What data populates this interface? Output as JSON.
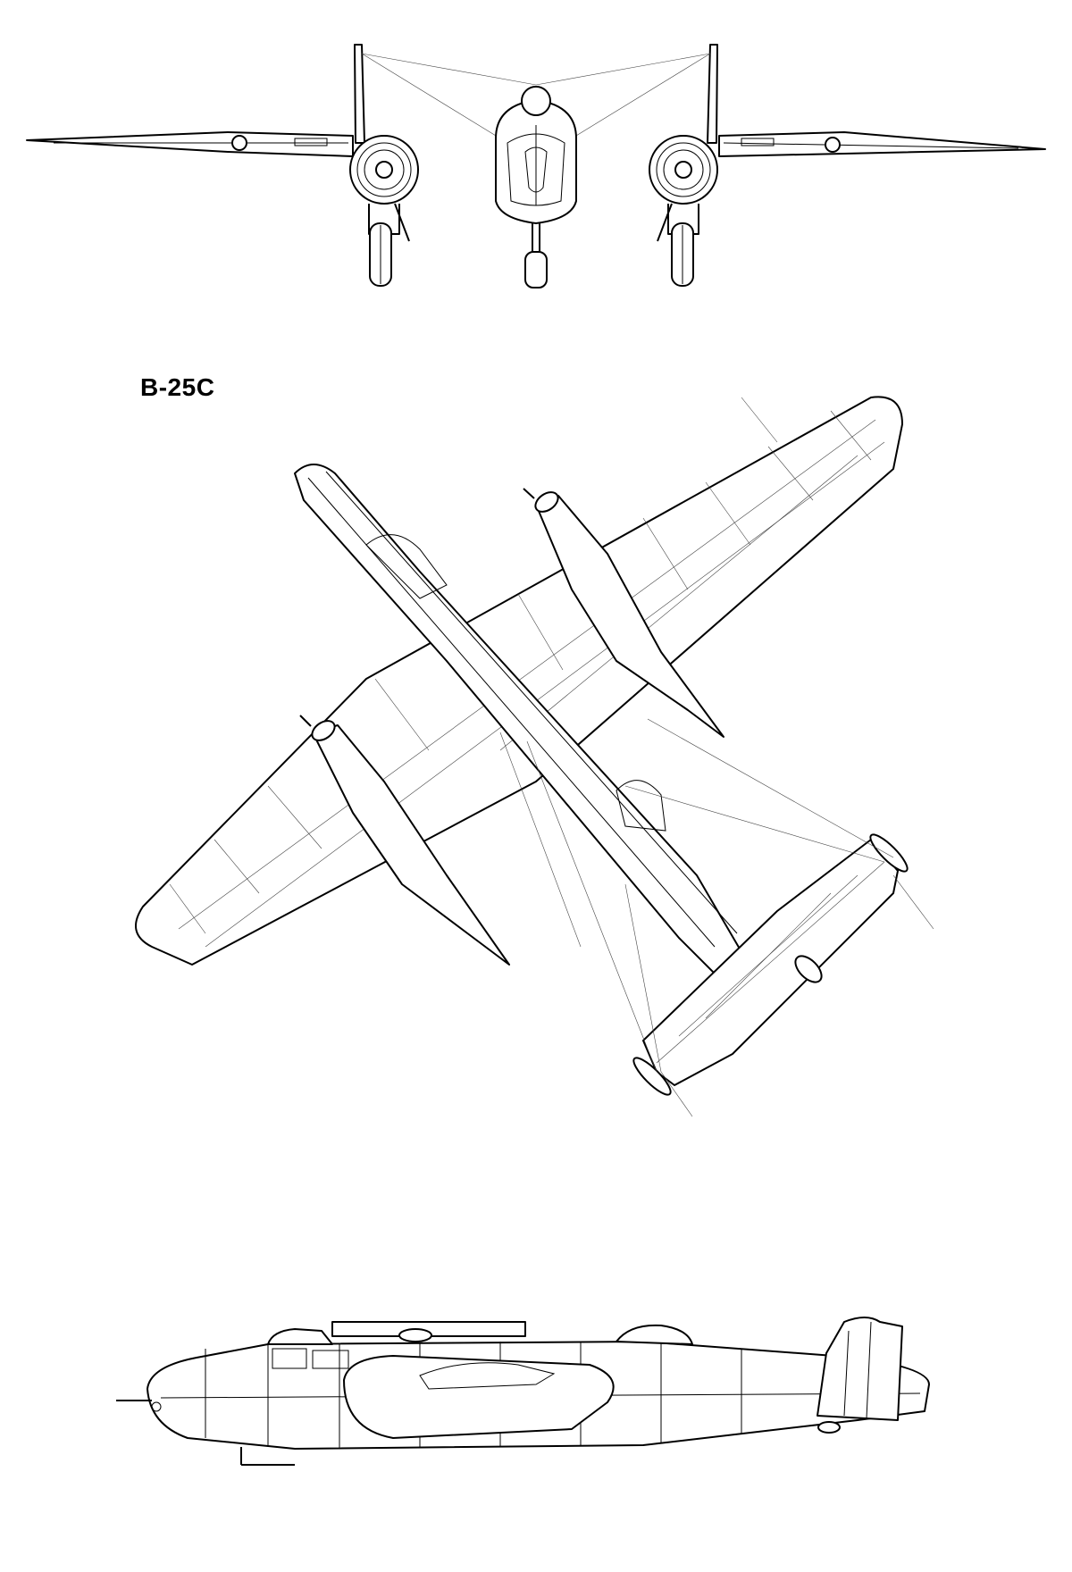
{
  "drawing": {
    "designation": "B-25C",
    "views": [
      "front-view",
      "plan-view",
      "side-view"
    ]
  },
  "colors": {
    "ink": "#000000",
    "paper": "#ffffff"
  }
}
